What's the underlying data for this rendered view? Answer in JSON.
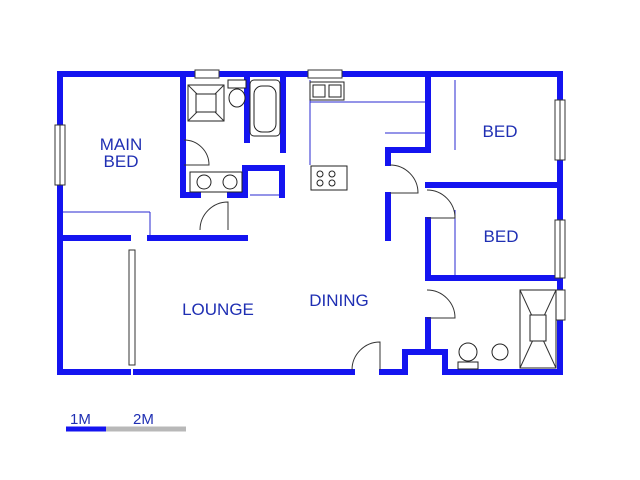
{
  "rooms": {
    "main_bed": [
      "MAIN",
      "BED"
    ],
    "bed_1": "BED",
    "bed_2": "BED",
    "lounge": "LOUNGE",
    "dining": "DINING"
  },
  "scale": {
    "label_1": "1M",
    "label_2": "2M"
  },
  "colors": {
    "wall": "#1414f0",
    "label": "#1f2fb3",
    "scale_grey": "#b8b8b8"
  }
}
